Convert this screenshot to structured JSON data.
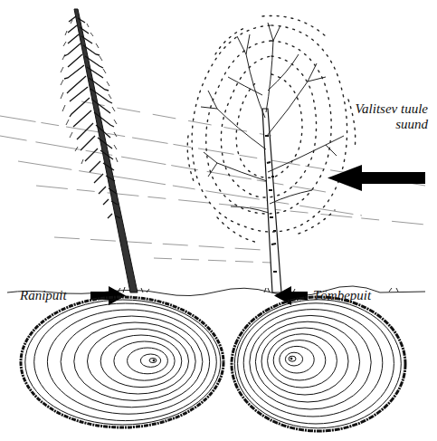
{
  "diagram": {
    "labels": [
      "Valitsev tuule suund",
      "Ränipuit",
      "Tömbepuit"
    ]
  }
}
